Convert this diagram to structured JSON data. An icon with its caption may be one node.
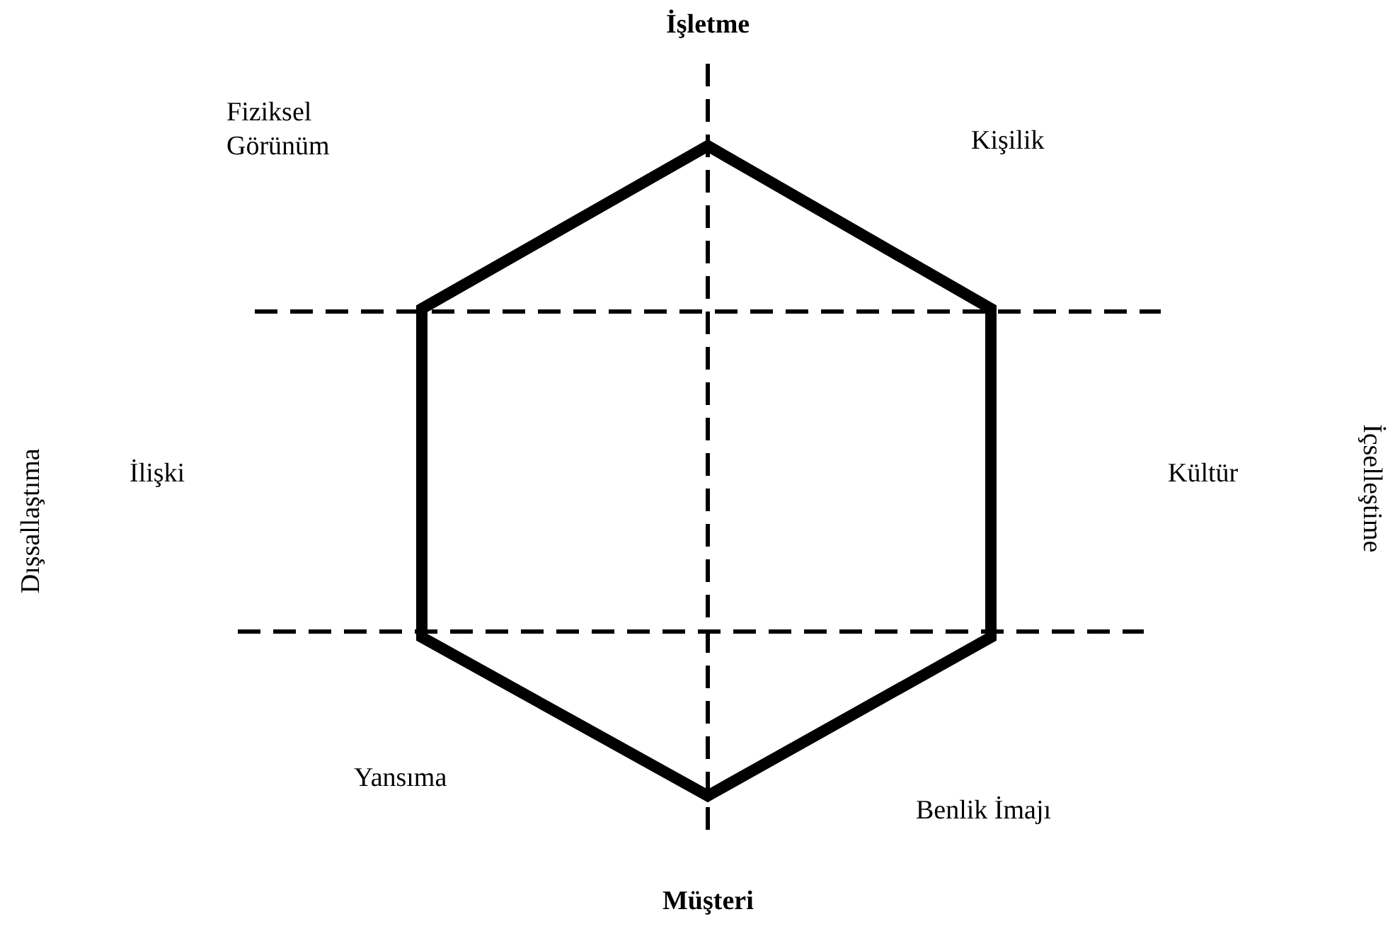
{
  "diagram": {
    "labels": [
      "İşletme",
      "Fiziksel Görünüm",
      "Kişilik",
      "Dışsallaştıma",
      "İlişki",
      "Kültür",
      "İçselleştime",
      "Yansıma",
      "Benlik İmajı",
      "Müşteri"
    ]
  }
}
